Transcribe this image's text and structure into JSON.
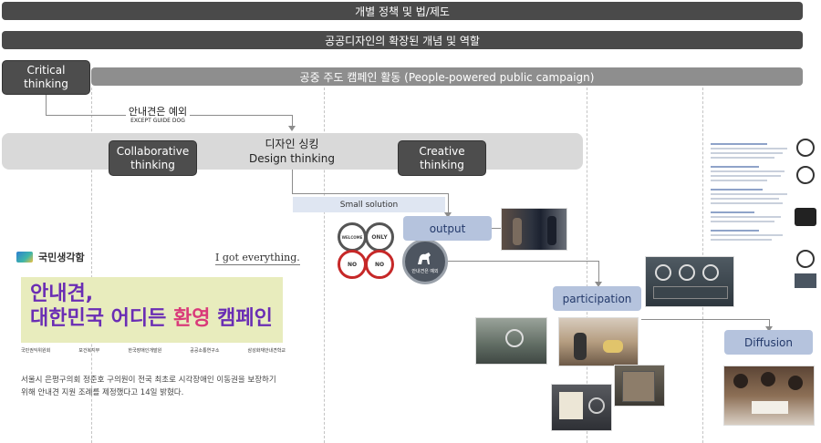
{
  "bars": {
    "top": "개별 정책 및 법/제도",
    "second": "공공디자인의 확장된 개념 및 역할",
    "campaign": "공중 주도 캠페인 활동 (People-powered public campaign)"
  },
  "boxes": {
    "critical": "Critical\nthinking",
    "collaborative": "Collaborative\nthinking",
    "creative": "Creative\nthinking",
    "design_kr": "디자인 싱킹",
    "design_en": "Design thinking",
    "guide_kr": "안내견은 예외",
    "guide_en": "EXCEPT GUIDE DOG",
    "small_solution": "Small solution",
    "output": "output",
    "participation": "participation",
    "diffusion": "Diffusion"
  },
  "poster": {
    "brand": "국민생각함",
    "tagline": "I got everything.",
    "title_line1": "안내견,",
    "title_line2_a": "대한민국 어디든 ",
    "title_line2_b": "환영",
    "title_line2_c": " 캠페인",
    "logos": [
      "국민권익위원회",
      "보건복지부",
      "한국장애인개발원",
      "공공소통연구소",
      "삼성화재안내견학교"
    ],
    "caption": "서울시 은평구의회 정준호 구의원이 전국 최초로 시각장애인 이동권을 보장하기 위해 안내견 지원 조례를 제정했다고 14일 밝혔다."
  },
  "signs": {
    "welcome": "WELCOME",
    "only": "ONLY",
    "no": "NO",
    "doc_label": "안내견은 예외"
  },
  "colors": {
    "dark_bar": "#4a4a4a",
    "mid_bar": "#8e8e8e",
    "panel": "#d9d9d9",
    "blue_box": "#b5c3dd",
    "poster_bg": "#e8ecbd",
    "title_purple": "#6a2db4",
    "highlight": "#d93a7a"
  }
}
